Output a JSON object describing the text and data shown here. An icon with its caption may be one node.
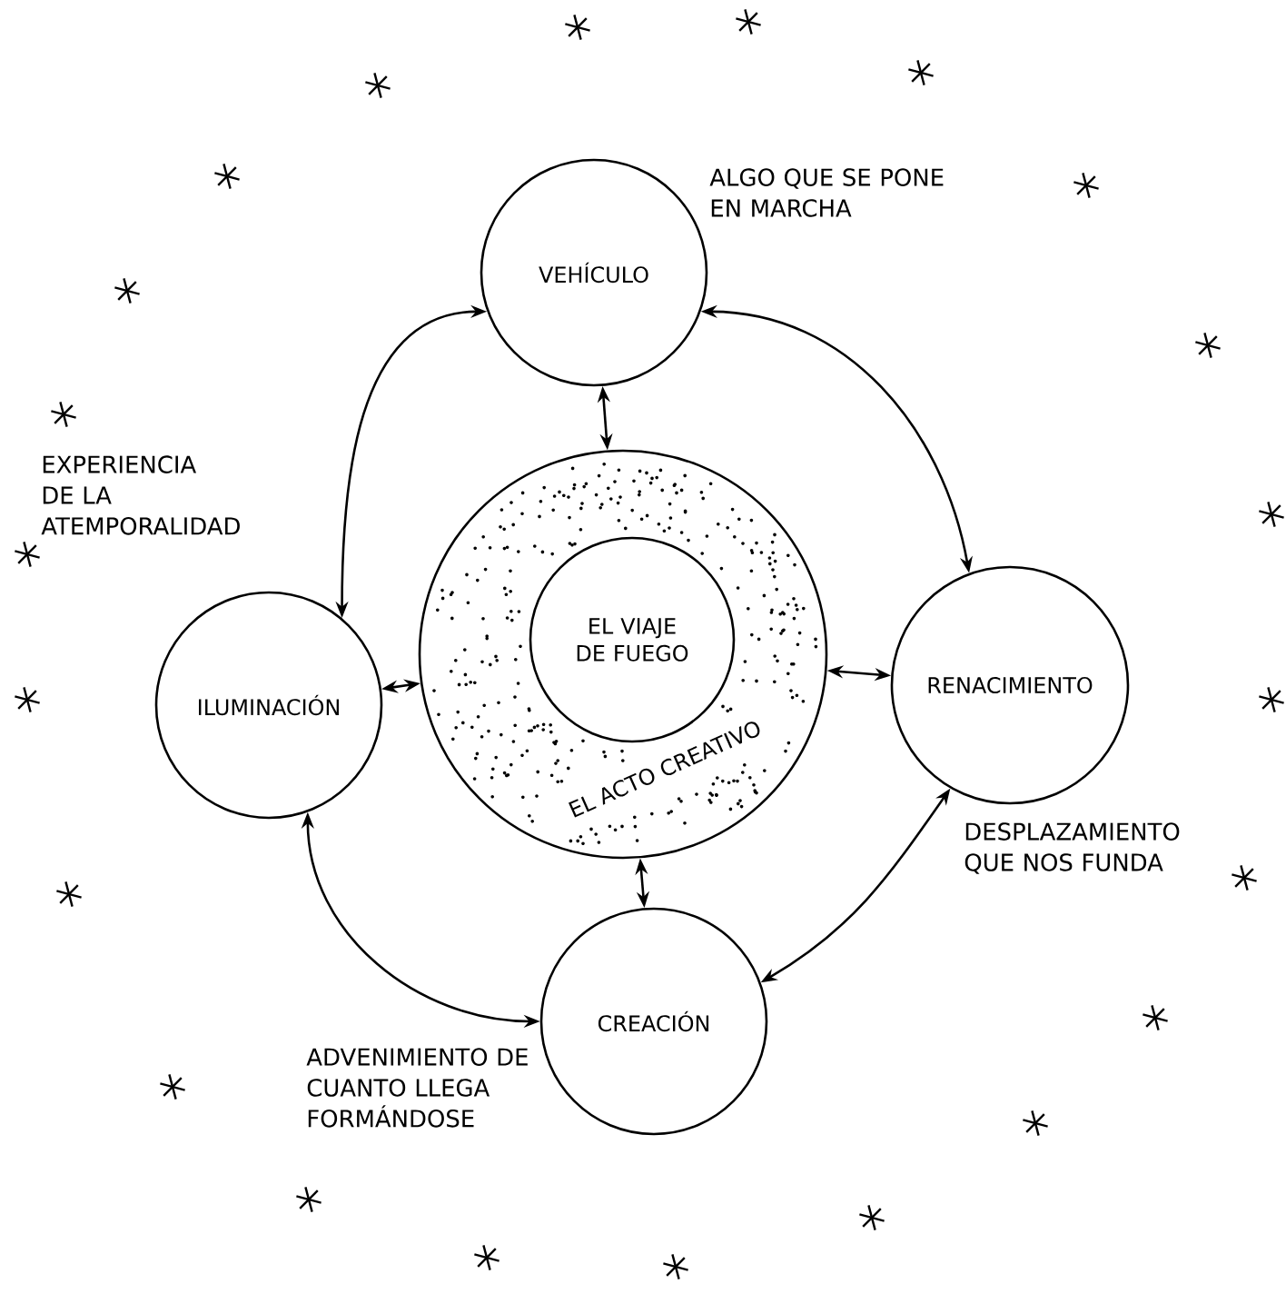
{
  "diagram": {
    "nodes": [
      {
        "text": [
          "VEHÍCULO"
        ],
        "beside": [
          "ALGO QUE SE PONE EN MARCHA"
        ]
      },
      {
        "text": [
          "EL ACTO CREATIVO"
        ]
      },
      {
        "text": [
          "EL VIAJE DE FUEGO"
        ],
        "in": 1
      },
      {
        "text": [
          "ILUMINACIÓN"
        ],
        "beside": [
          "EXPERIENCIA DE LA ATEMPORALIDAD"
        ]
      },
      {
        "text": [
          "RENACIMIENTO"
        ],
        "beside": [
          "DESPLAZAMIENTO QUE NOS FUNDA"
        ]
      },
      {
        "text": [
          "CREACIÓN"
        ],
        "beside": [
          "ADVENIMIENTO DE CUANTO LLEGA FORMÁNDOSE"
        ]
      }
    ],
    "edges": [
      {
        "from": 0,
        "to": 1,
        "arrow": "both"
      },
      {
        "from": 3,
        "to": 1,
        "arrow": "both"
      },
      {
        "from": 1,
        "to": 4,
        "arrow": "both"
      },
      {
        "from": 1,
        "to": 5,
        "arrow": "both"
      },
      {
        "from": 0,
        "to": 3,
        "arrow": "both"
      },
      {
        "from": 0,
        "to": 4,
        "arrow": "both"
      },
      {
        "from": 4,
        "to": 5,
        "arrow": "both"
      },
      {
        "from": 3,
        "to": 5,
        "arrow": "both"
      }
    ]
  }
}
